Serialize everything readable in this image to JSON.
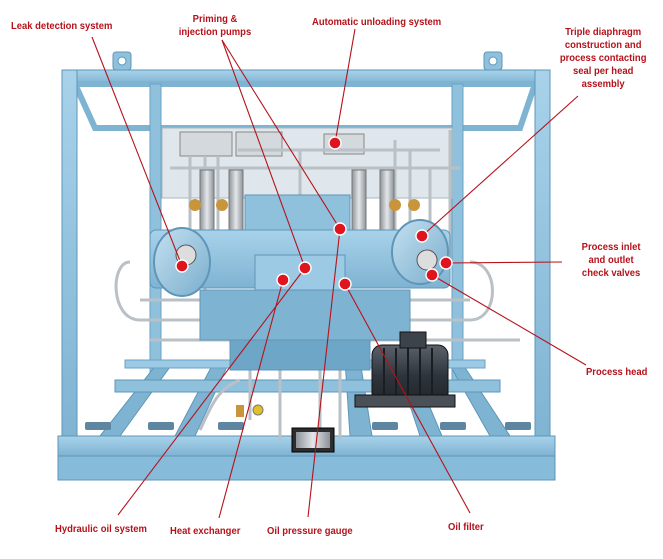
{
  "callouts": {
    "leak_detection": "Leak detection system",
    "priming": [
      "Priming &",
      "injection pumps"
    ],
    "unloading": "Automatic unloading system",
    "triple_diaphragm": [
      "Triple diaphragm",
      "construction and",
      "process contacting",
      "seal per head",
      "assembly"
    ],
    "check_valves": [
      "Process inlet",
      "and outlet",
      "check valves"
    ],
    "process_head": "Process head",
    "hydraulic_oil": "Hydraulic oil system",
    "heat_exchanger": "Heat exchanger",
    "oil_pressure": "Oil pressure gauge",
    "oil_filter": "Oil filter"
  },
  "colors": {
    "label_text": "#b5121b",
    "leader_line": "#b5121b",
    "marker_dot": "#e0141e",
    "frame_blue": "#8fc1dd",
    "frame_edge": "#5e96b8",
    "motor": "#3a4048"
  }
}
